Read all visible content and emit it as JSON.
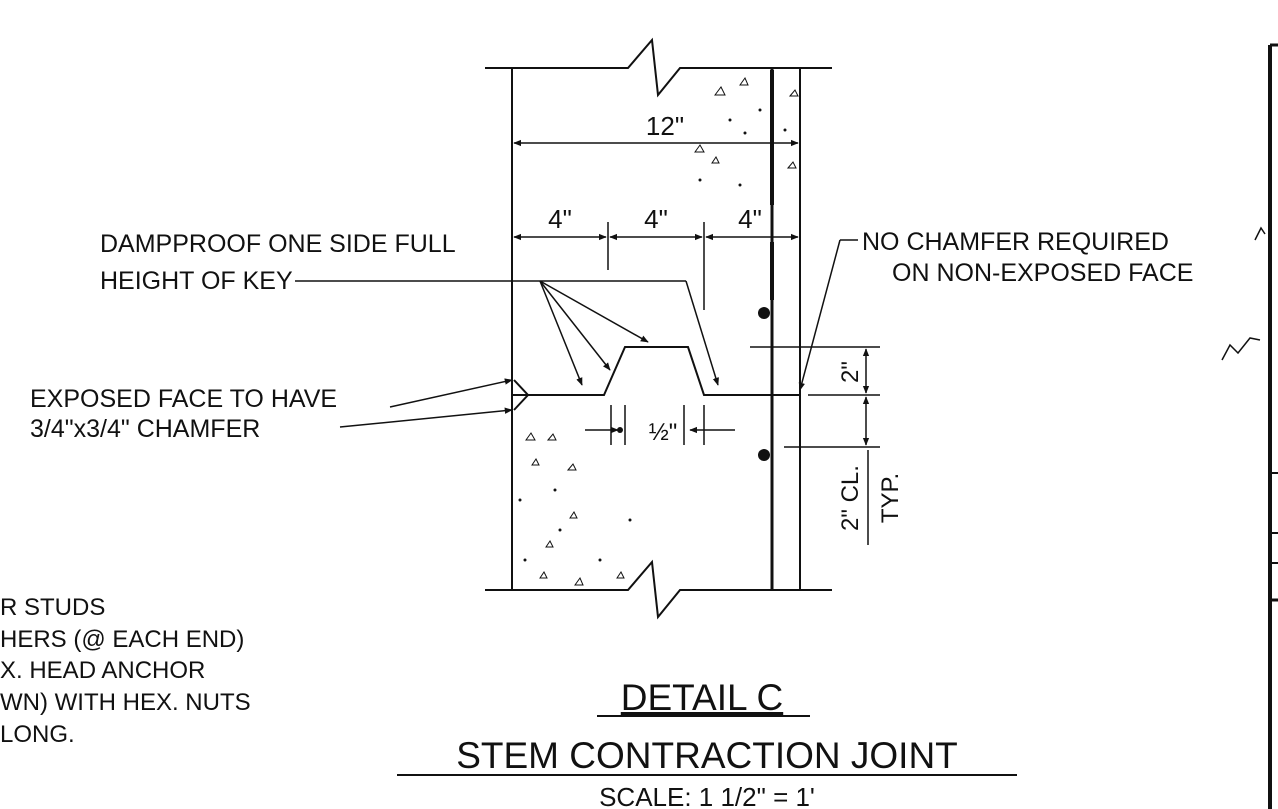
{
  "detail": {
    "title": "DETAIL C",
    "subtitle": "STEM CONTRACTION JOINT",
    "scale": "SCALE: 1 1/2\" = 1'"
  },
  "dimensions": {
    "overall_width": "12\"",
    "segment_1": "4\"",
    "segment_2": "4\"",
    "segment_3": "4\"",
    "key_depth": "2\"",
    "key_gap": "½\"",
    "clear_cover": "2\" CL.",
    "clear_cover_typ": "TYP."
  },
  "notes": {
    "dampproof_line1": "DAMPPROOF ONE SIDE FULL",
    "dampproof_line2": "HEIGHT OF KEY",
    "exposed_line1": "EXPOSED FACE TO HAVE",
    "exposed_line2": "3/4\"x3/4\" CHAMFER",
    "no_chamfer_line1": "NO CHAMFER REQUIRED",
    "no_chamfer_line2": "ON NON-EXPOSED FACE"
  },
  "partial_note": {
    "line1": "R STUDS",
    "line2": "HERS (@ EACH END)",
    "line3": "X. HEAD ANCHOR",
    "line4": "WN) WITH HEX. NUTS",
    "line5": "LONG."
  },
  "colors": {
    "ink": "#111111",
    "background": "#ffffff"
  }
}
